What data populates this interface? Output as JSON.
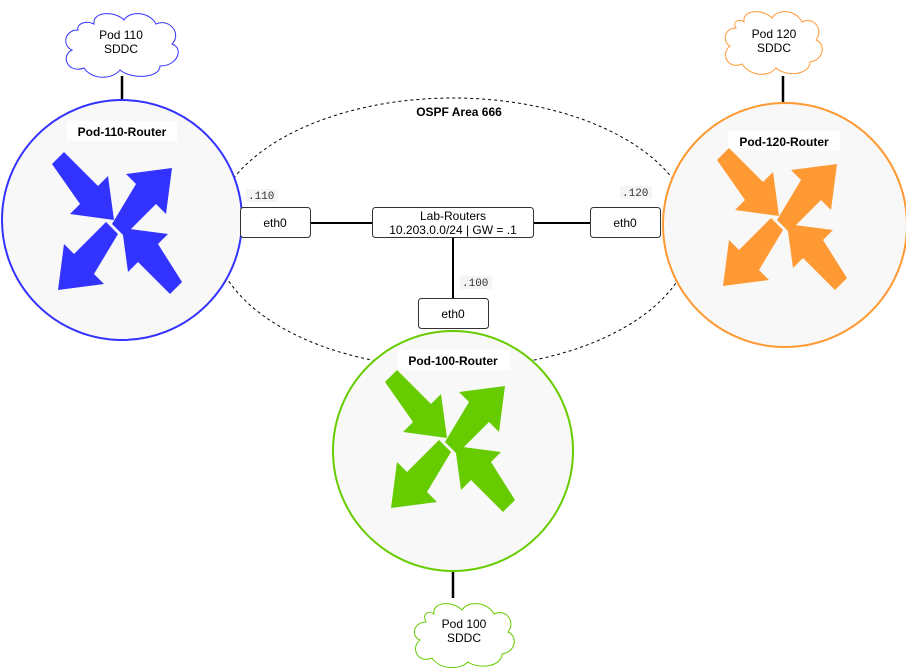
{
  "diagram": {
    "ospf_area_label": "OSPF Area 666",
    "switch": {
      "line1": "Lab-Routers",
      "line2": "10.203.0.0/24 | GW = .1"
    },
    "routers": [
      {
        "id": "pod-110",
        "name": "Pod-110-Router",
        "color": "#3333FF",
        "interface": "eth0",
        "ip_suffix": ".110",
        "cloud": {
          "line1": "Pod 110",
          "line2": "SDDC"
        }
      },
      {
        "id": "pod-120",
        "name": "Pod-120-Router",
        "color": "#FF9933",
        "interface": "eth0",
        "ip_suffix": ".120",
        "cloud": {
          "line1": "Pod 120",
          "line2": "SDDC"
        }
      },
      {
        "id": "pod-100",
        "name": "Pod-100-Router",
        "color": "#66CC00",
        "interface": "eth0",
        "ip_suffix": ".100",
        "cloud": {
          "line1": "Pod 100",
          "line2": "SDDC"
        }
      }
    ]
  }
}
